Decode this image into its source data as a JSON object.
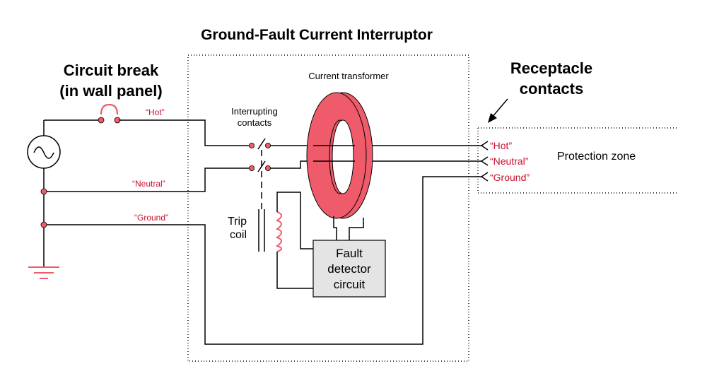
{
  "diagram": {
    "title": "Ground-Fault Current Interruptor",
    "breaker_label_line1": "Circuit break",
    "breaker_label_line2": "(in wall panel)",
    "receptacle_label_line1": "Receptacle",
    "receptacle_label_line2": "contacts",
    "current_transformer": "Current transformer",
    "interrupting_line1": "Interrupting",
    "interrupting_line2": "contacts",
    "trip_coil_line1": "Trip",
    "trip_coil_line2": "coil",
    "fault_line1": "Fault",
    "fault_line2": "detector",
    "fault_line3": "circuit",
    "protection_zone": "Protection zone",
    "wire_hot": "“Hot”",
    "wire_neutral": "“Neutral”",
    "wire_ground": "“Ground”",
    "rec_hot": "“Hot”",
    "rec_neutral": "“Neutral”",
    "rec_ground": "“Ground”"
  },
  "colors": {
    "accent_red": "#ef5b6b",
    "label_red": "#c8102e",
    "box_fill": "#e4e4e4"
  }
}
